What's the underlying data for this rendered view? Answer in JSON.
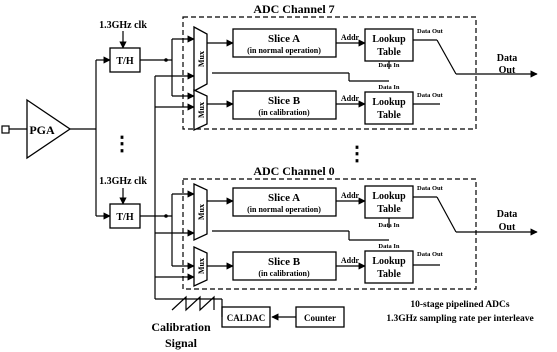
{
  "pga": {
    "label": "PGA"
  },
  "clocks": {
    "top": "1.3GHz clk",
    "bottom": "1.3GHz clk"
  },
  "track_hold": {
    "label": "T/H"
  },
  "mux": {
    "label": "Mux"
  },
  "channels": [
    {
      "title": "ADC Channel 7",
      "slice_a": {
        "name": "Slice A",
        "mode": "(in normal operation)"
      },
      "slice_b": {
        "name": "Slice B",
        "mode": "(in calibration)"
      }
    },
    {
      "title": "ADC Channel 0",
      "slice_a": {
        "name": "Slice A",
        "mode": "(in normal operation)"
      },
      "slice_b": {
        "name": "Slice B",
        "mode": "(in calibration)"
      }
    }
  ],
  "lookup": {
    "line1": "Lookup",
    "line2": "Table"
  },
  "port_labels": {
    "addr": "Addr",
    "data_out": "Data Out",
    "data_in": "Data In"
  },
  "outputs": {
    "line1": "Data",
    "line2": "Out"
  },
  "ellipsis": {
    "vertical": "⋮"
  },
  "calibration": {
    "caldac": "CALDAC",
    "counter": "Counter",
    "signal_line1": "Calibration",
    "signal_line2": "Signal"
  },
  "notes": {
    "line1": "10-stage pipelined ADCs",
    "line2": "1.3GHz sampling rate per interleave"
  }
}
